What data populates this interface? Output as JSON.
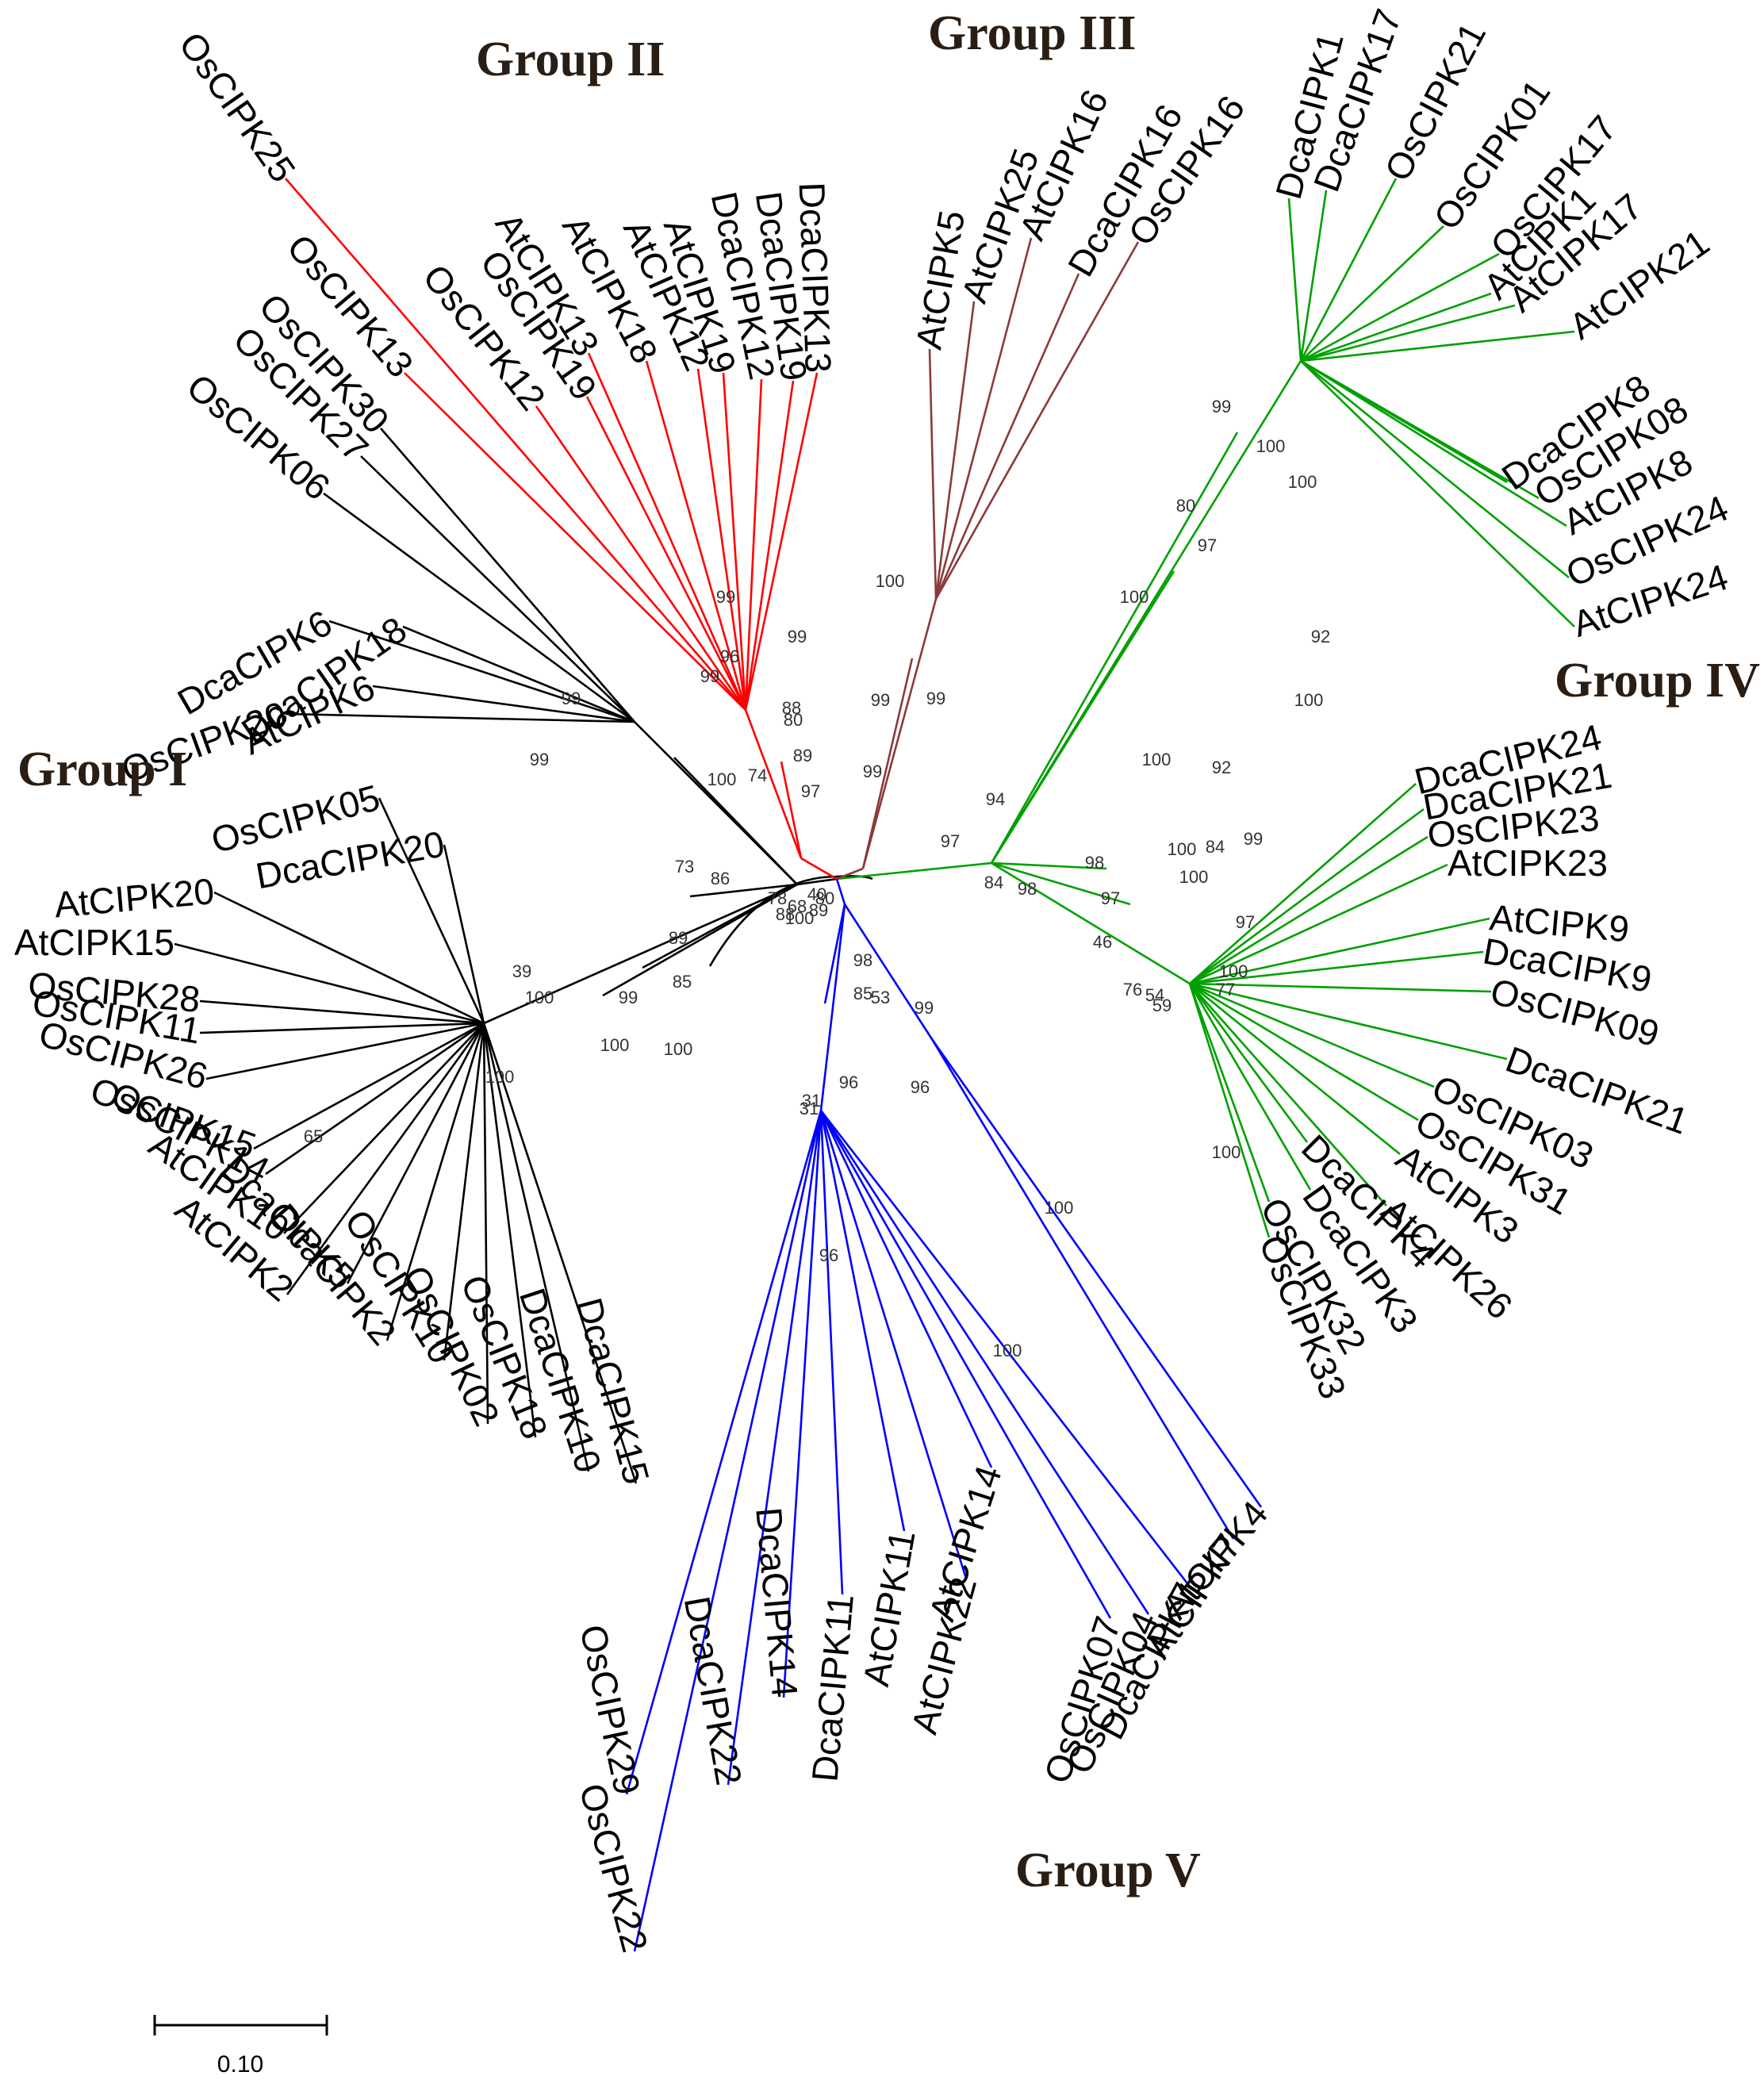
{
  "groups": [
    {
      "id": "g1",
      "label": "Group I",
      "color": "#000000"
    },
    {
      "id": "g2",
      "label": "Group II",
      "color": "#ff0000"
    },
    {
      "id": "g3",
      "label": "Group III",
      "color": "#8b3a3a"
    },
    {
      "id": "g4",
      "label": "Group IV",
      "color": "#00a000"
    },
    {
      "id": "g5",
      "label": "Group V",
      "color": "#0000ff"
    }
  ],
  "leaves": [
    {
      "name": "OsCIPK25",
      "group": "g2"
    },
    {
      "name": "OsCIPK13",
      "group": "g2"
    },
    {
      "name": "OsCIPK12",
      "group": "g2"
    },
    {
      "name": "OsCIPK19",
      "group": "g2"
    },
    {
      "name": "AtCIPK13",
      "group": "g2"
    },
    {
      "name": "AtCIPK18",
      "group": "g2"
    },
    {
      "name": "AtCIPK12",
      "group": "g2"
    },
    {
      "name": "AtCIPK19",
      "group": "g2"
    },
    {
      "name": "DcaCIPK12",
      "group": "g2"
    },
    {
      "name": "DcaCIPK19",
      "group": "g2"
    },
    {
      "name": "DcaCIPK13",
      "group": "g2"
    },
    {
      "name": "AtCIPK5",
      "group": "g3"
    },
    {
      "name": "AtCIPK25",
      "group": "g3"
    },
    {
      "name": "AtCIPK16",
      "group": "g3"
    },
    {
      "name": "DcaCIPK16",
      "group": "g3"
    },
    {
      "name": "OsCIPK16",
      "group": "g3"
    },
    {
      "name": "DcaCIPK1",
      "group": "g4"
    },
    {
      "name": "DcaCIPK17",
      "group": "g4"
    },
    {
      "name": "OsCIPK21",
      "group": "g4"
    },
    {
      "name": "OsCIPK01",
      "group": "g4"
    },
    {
      "name": "OsCIPK17",
      "group": "g4"
    },
    {
      "name": "AtCIPK1",
      "group": "g4"
    },
    {
      "name": "AtCIPK17",
      "group": "g4"
    },
    {
      "name": "AtCIPK21",
      "group": "g4"
    },
    {
      "name": "DcaCIPK8",
      "group": "g4"
    },
    {
      "name": "OsCIPK08",
      "group": "g4"
    },
    {
      "name": "AtCIPK8",
      "group": "g4"
    },
    {
      "name": "OsCIPK24",
      "group": "g4"
    },
    {
      "name": "AtCIPK24",
      "group": "g4"
    },
    {
      "name": "DcaCIPK24",
      "group": "g4"
    },
    {
      "name": "DcaCIPK21",
      "group": "g4"
    },
    {
      "name": "OsCIPK23",
      "group": "g4"
    },
    {
      "name": "AtCIPK23",
      "group": "g4"
    },
    {
      "name": "AtCIPK9",
      "group": "g4"
    },
    {
      "name": "DcaCIPK9",
      "group": "g4"
    },
    {
      "name": "OsCIPK09",
      "group": "g4"
    },
    {
      "name": "DcaCIPK21",
      "group": "g4"
    },
    {
      "name": "OsCIPK03",
      "group": "g4"
    },
    {
      "name": "OsCIPK31",
      "group": "g4"
    },
    {
      "name": "AtCIPK3",
      "group": "g4"
    },
    {
      "name": "AtCIPK26",
      "group": "g4"
    },
    {
      "name": "DcaCIPK4",
      "group": "g4"
    },
    {
      "name": "DcaCIPK3",
      "group": "g4"
    },
    {
      "name": "OsCIPK32",
      "group": "g4"
    },
    {
      "name": "OsCIPK33",
      "group": "g4"
    },
    {
      "name": "AtCIPK4",
      "group": "g5"
    },
    {
      "name": "AtCIPK7",
      "group": "g5"
    },
    {
      "name": "DcaCIPK7",
      "group": "g5"
    },
    {
      "name": "OsCIPK04",
      "group": "g5"
    },
    {
      "name": "OsCIPK07",
      "group": "g5"
    },
    {
      "name": "AtCIPK14",
      "group": "g5"
    },
    {
      "name": "AtCIPK22",
      "group": "g5"
    },
    {
      "name": "AtCIPK11",
      "group": "g5"
    },
    {
      "name": "DcaCIPK11",
      "group": "g5"
    },
    {
      "name": "DcaCIPK14",
      "group": "g5"
    },
    {
      "name": "DcaCIPK22",
      "group": "g5"
    },
    {
      "name": "OsCIPK29",
      "group": "g5"
    },
    {
      "name": "OsCIPK22",
      "group": "g5"
    },
    {
      "name": "DcaCIPK15",
      "group": "g1"
    },
    {
      "name": "DcaCIPK10",
      "group": "g1"
    },
    {
      "name": "OsCIPK18",
      "group": "g1"
    },
    {
      "name": "OsCIPK02",
      "group": "g1"
    },
    {
      "name": "OsCIPK10",
      "group": "g1"
    },
    {
      "name": "DcaCIPK2",
      "group": "g1"
    },
    {
      "name": "DcaCIPK5",
      "group": "g1"
    },
    {
      "name": "AtCIPK2",
      "group": "g1"
    },
    {
      "name": "AtCIPK10",
      "group": "g1"
    },
    {
      "name": "OsCIPK14",
      "group": "g1"
    },
    {
      "name": "OsCIPK15",
      "group": "g1"
    },
    {
      "name": "OsCIPK26",
      "group": "g1"
    },
    {
      "name": "OsCIPK11",
      "group": "g1"
    },
    {
      "name": "OsCIPK28",
      "group": "g1"
    },
    {
      "name": "AtCIPK15",
      "group": "g1"
    },
    {
      "name": "AtCIPK20",
      "group": "g1"
    },
    {
      "name": "DcaCIPK20",
      "group": "g1"
    },
    {
      "name": "OsCIPK05",
      "group": "g1"
    },
    {
      "name": "OsCIPK20",
      "group": "g1"
    },
    {
      "name": "AtCIPK6",
      "group": "g1"
    },
    {
      "name": "DcaCIPK6",
      "group": "g1"
    },
    {
      "name": "DcaCIPK18",
      "group": "g1"
    },
    {
      "name": "OsCIPK06",
      "group": "g1"
    },
    {
      "name": "OsCIPK27",
      "group": "g1"
    },
    {
      "name": "OsCIPK30",
      "group": "g1"
    }
  ],
  "bootstrap": [
    "99",
    "96",
    "99",
    "99",
    "88",
    "80",
    "89",
    "97",
    "74",
    "100",
    "99",
    "99",
    "99",
    "99",
    "100",
    "100",
    "80",
    "97",
    "100",
    "92",
    "100",
    "92",
    "94",
    "100",
    "97",
    "84",
    "98",
    "100",
    "84",
    "99",
    "98",
    "100",
    "97",
    "97",
    "46",
    "100",
    "77",
    "76",
    "54",
    "59",
    "100",
    "99",
    "96",
    "100",
    "100",
    "98",
    "85",
    "53",
    "31",
    "31",
    "96",
    "96",
    "99",
    "99",
    "100",
    "73",
    "86",
    "89",
    "39",
    "100",
    "99",
    "100",
    "100",
    "100",
    "65",
    "78",
    "68",
    "88",
    "89",
    "80",
    "40",
    "100",
    "85"
  ],
  "scale_bar": {
    "label": "0.10"
  }
}
